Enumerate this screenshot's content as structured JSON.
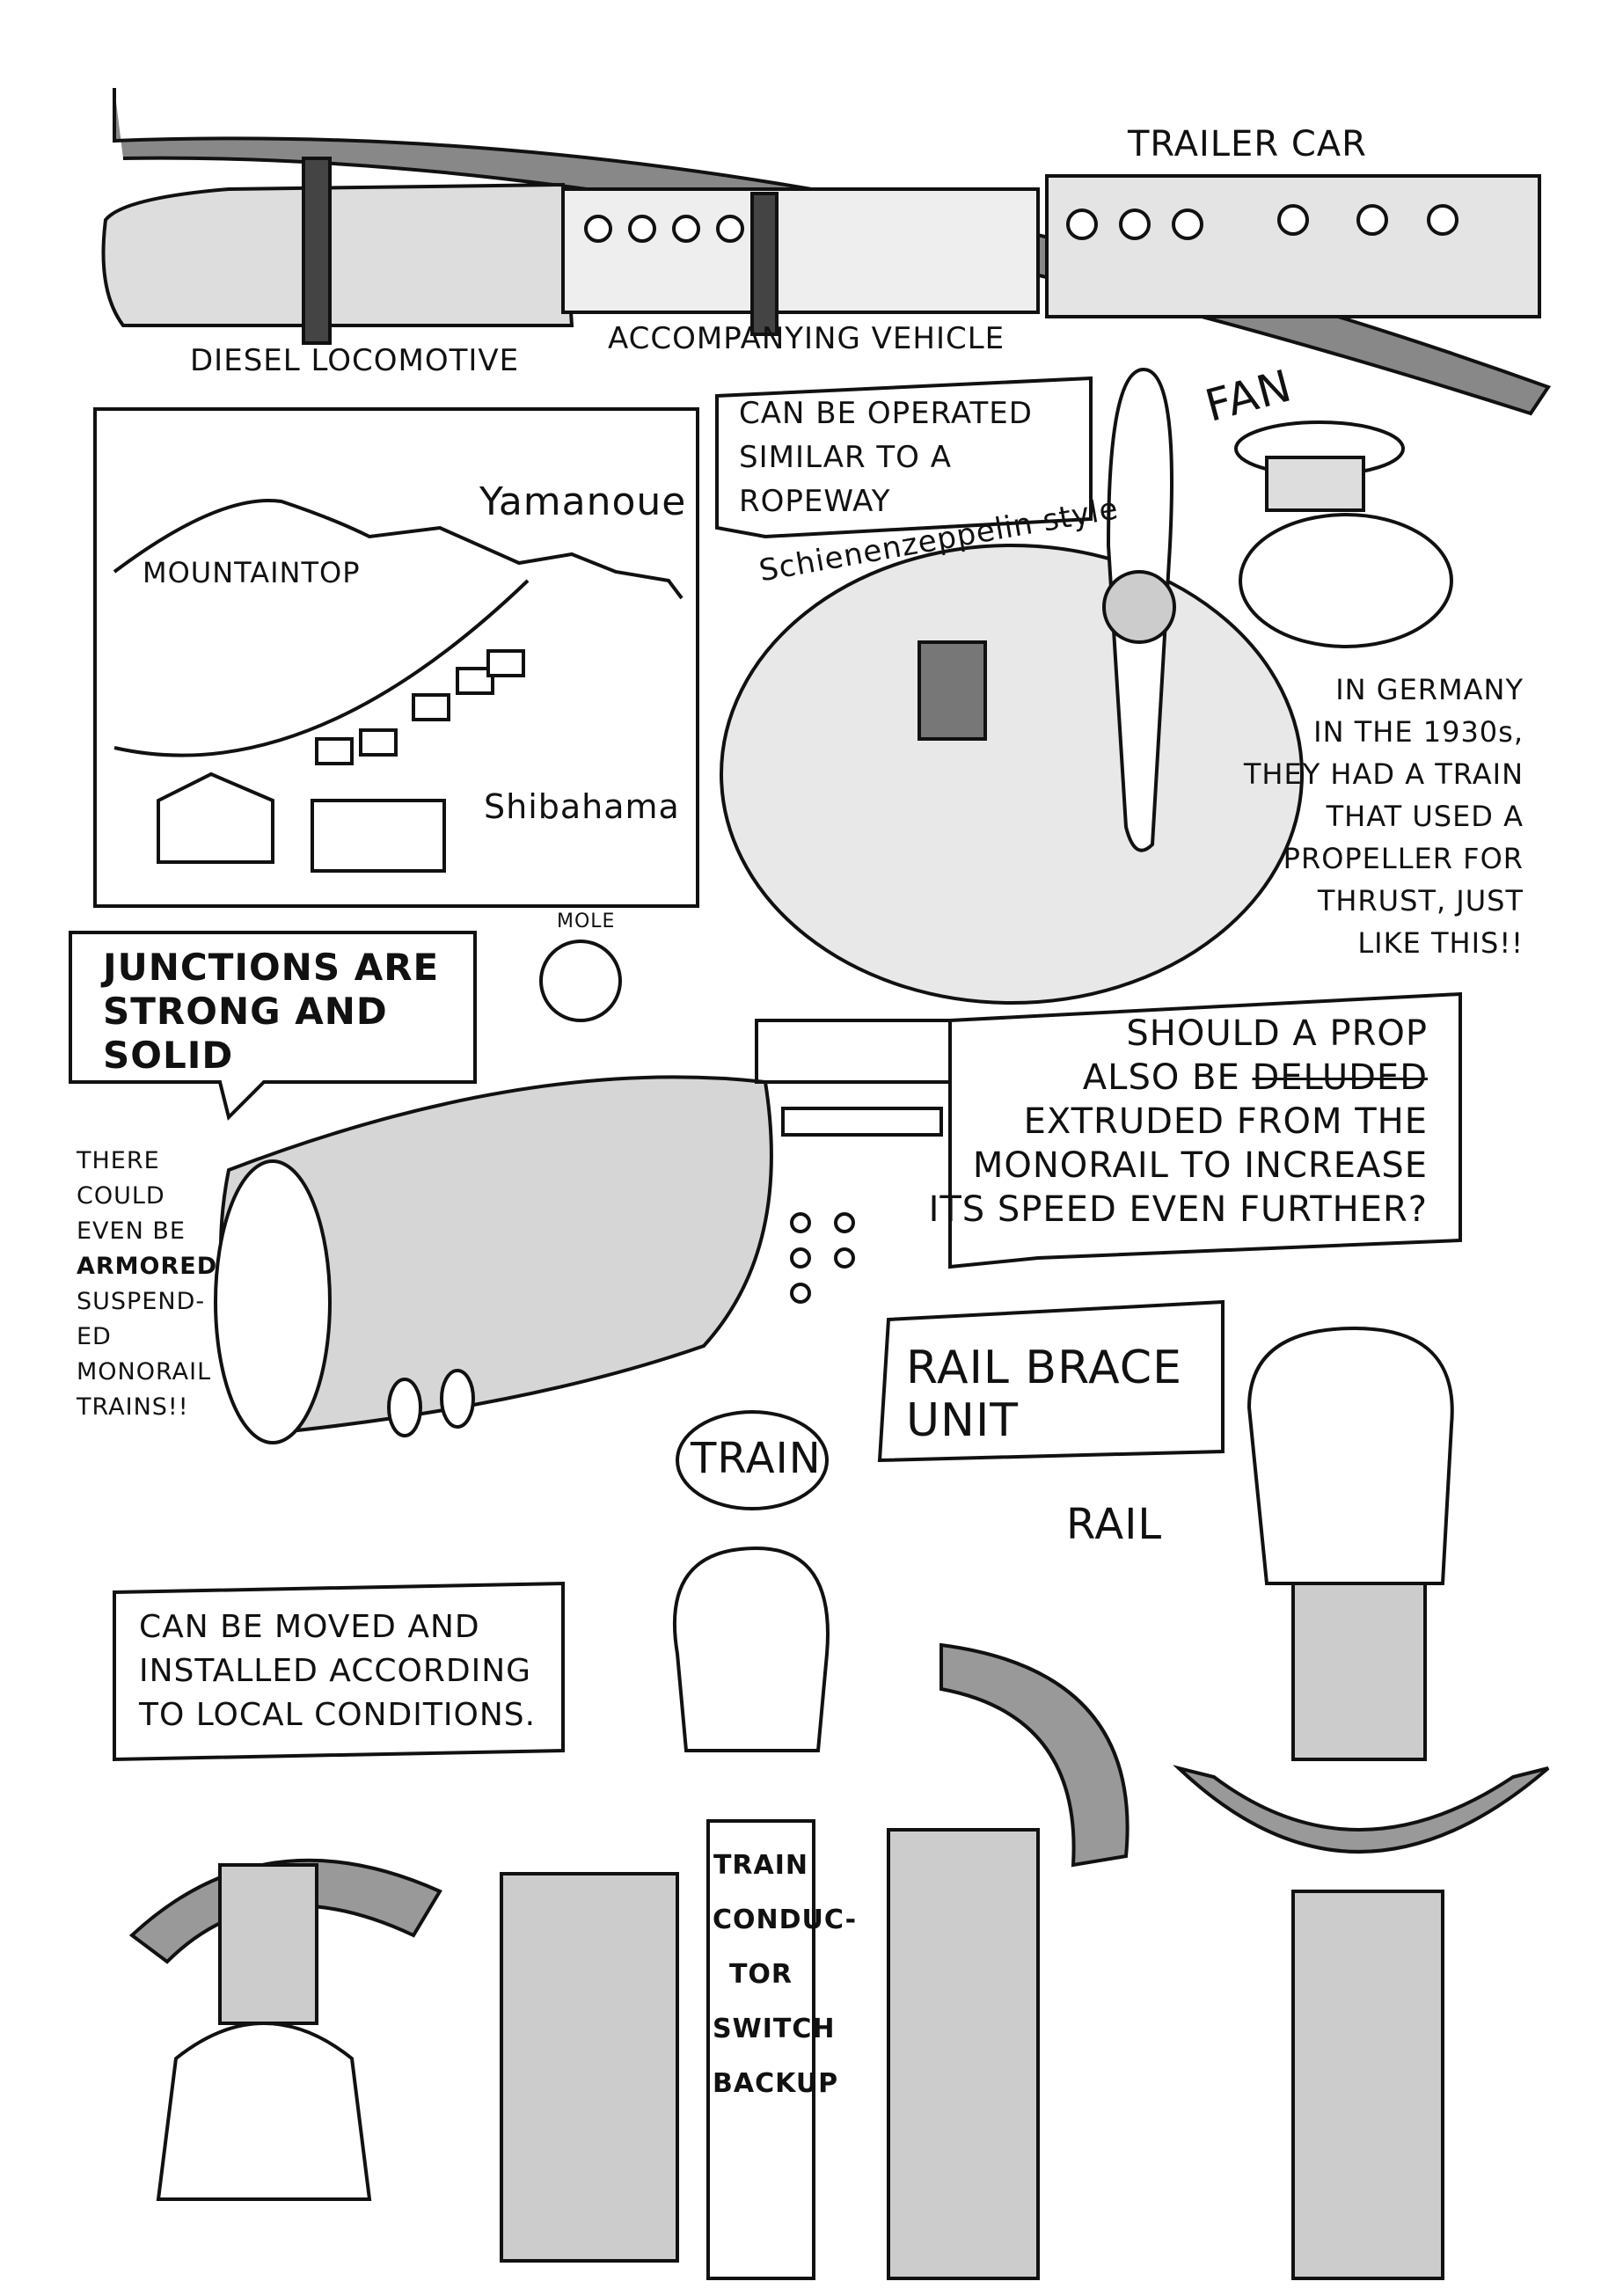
{
  "labels": {
    "trailer_car": "TRAILER CAR",
    "diesel_locomotive": "DIESEL LOCOMOTIVE",
    "accompanying_vehicle": "ACCOMPANYING VEHICLE",
    "fan": "FAN",
    "yamanoue": "Yamanoue",
    "mountaintop": "MOUNTAINTOP",
    "shibahama": "Shibahama",
    "schienenzeppelin": "Schienenzeppelin style",
    "mole": "MOLE",
    "rail": "RAIL",
    "train": "TRAIN"
  },
  "bubbles": {
    "ropeway": [
      "CAN BE OPERATED",
      "SIMILAR TO A",
      "ROPEWAY"
    ],
    "germany": [
      "IN GERMANY",
      "IN THE 1930s,",
      "THEY HAD A TRAIN",
      "THAT USED A",
      "PROPELLER FOR",
      "THRUST, JUST",
      "LIKE THIS!!"
    ],
    "junctions": [
      "JUNCTIONS ARE",
      "STRONG AND",
      "SOLID"
    ],
    "prop": {
      "line1": "SHOULD A PROP",
      "line2_a": "ALSO BE ",
      "line2_struck": "DELUDED",
      "line3": "EXTRUDED FROM THE",
      "line4": "MONORAIL TO INCREASE",
      "line5": "ITS SPEED EVEN FURTHER?"
    },
    "armored": {
      "l1": "THERE",
      "l2": "COULD",
      "l3": "EVEN BE",
      "l4": "ARMORED",
      "l5": "SUSPEND-",
      "l6": "ED",
      "l7": "MONORAIL",
      "l8": "TRAINS!!"
    },
    "rail_brace": [
      "RAIL BRACE",
      "UNIT"
    ],
    "moved": [
      "CAN BE MOVED AND",
      "INSTALLED ACCORDING",
      "TO LOCAL CONDITIONS."
    ],
    "conductor": [
      "TRAIN",
      "CONDUC-",
      "TOR",
      "SWITCH",
      "BACKUP"
    ]
  }
}
